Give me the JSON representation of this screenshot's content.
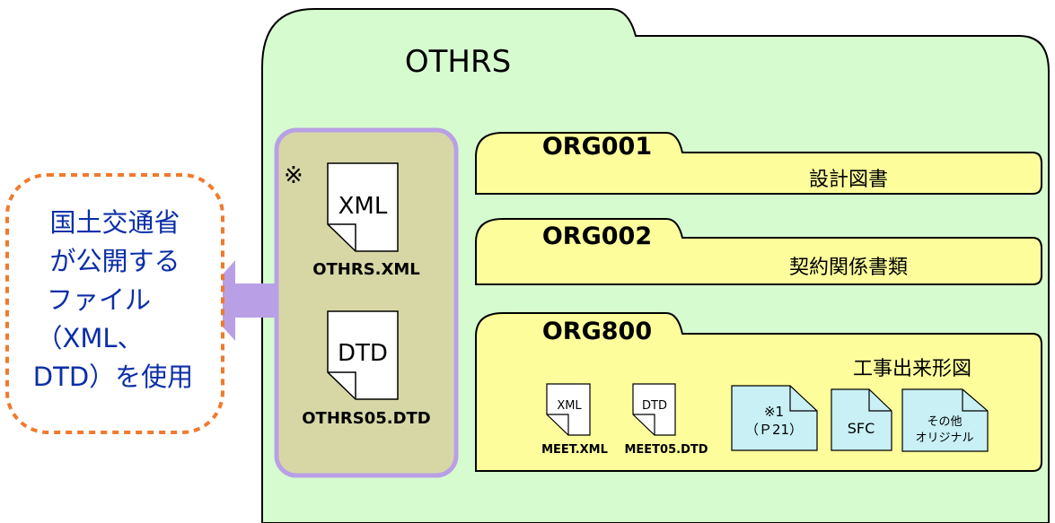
{
  "colors": {
    "folder_green": "#d6fbcf",
    "folder_yellow": "#fdfd9c",
    "file_panel": "#d7d7a6",
    "file_panel_border": "#b9a0e6",
    "arrow": "#b9a0e6",
    "callout_border": "#f07a2d",
    "callout_text": "#0b2ea8",
    "blue_file": "#c8f0f5"
  },
  "root_folder": {
    "name": "OTHRS"
  },
  "management_files": {
    "note_mark": "※",
    "xml_file": {
      "type": "XML",
      "name": "OTHRS.XML"
    },
    "dtd_file": {
      "type": "DTD",
      "name": "OTHRS05.DTD"
    }
  },
  "callout": {
    "lines": [
      "国土交通省",
      "が公開する",
      "ファイル",
      "（XML、",
      "DTD）を使用"
    ]
  },
  "subfolders": [
    {
      "name": "ORG001",
      "label": "設計図書"
    },
    {
      "name": "ORG002",
      "label": "契約関係書類"
    },
    {
      "name": "ORG800",
      "label": "工事出来形図",
      "files": [
        {
          "type": "XML",
          "name": "MEET.XML"
        },
        {
          "type": "DTD",
          "name": "MEET05.DTD"
        },
        {
          "line1": "※1",
          "line2": "（Ｐ21）"
        },
        {
          "line1": "SFC"
        },
        {
          "line1": "その他",
          "line2": "オリジナル"
        }
      ]
    }
  ],
  "icons": [
    "folder-icon",
    "file-icon",
    "arrow-left-icon"
  ]
}
